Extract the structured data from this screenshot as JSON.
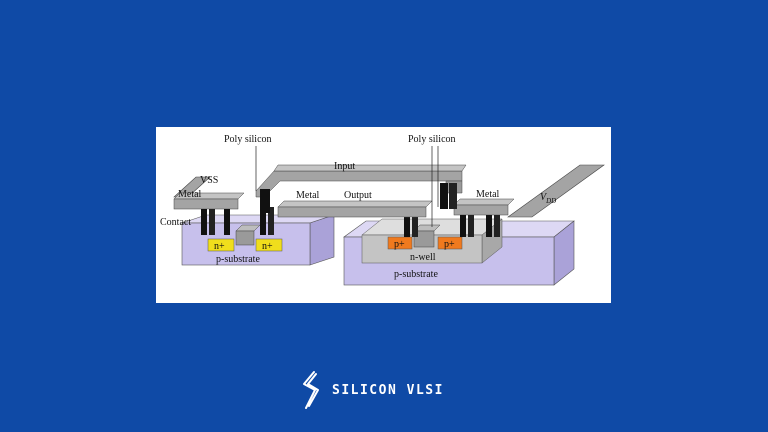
{
  "diagram": {
    "labels": {
      "poly_left": "Poly silicon",
      "poly_right": "Poly silicon",
      "input": "Input",
      "output": "Output",
      "metal_center": "Metal",
      "metal_left": "Metal",
      "metal_right": "Metal",
      "vss": "VSS",
      "vdd": "V",
      "vdd_sub": "DD",
      "contact": "Contact",
      "nplus_1": "n+",
      "nplus_2": "n+",
      "pplus_1": "p+",
      "pplus_2": "p+",
      "nwell": "n-well",
      "psub_left": "p-substrate",
      "psub_right": "p-substrate"
    },
    "colors": {
      "background": "#0f4aa6",
      "substrate": "#c7c0ec",
      "metal": "#a4a4a4",
      "nplus": "#f0de1c",
      "pplus": "#f07a1e",
      "contact": "#111111"
    }
  },
  "brand": {
    "name": "SILICON VLSI",
    "icon": "lightning-s-icon"
  }
}
